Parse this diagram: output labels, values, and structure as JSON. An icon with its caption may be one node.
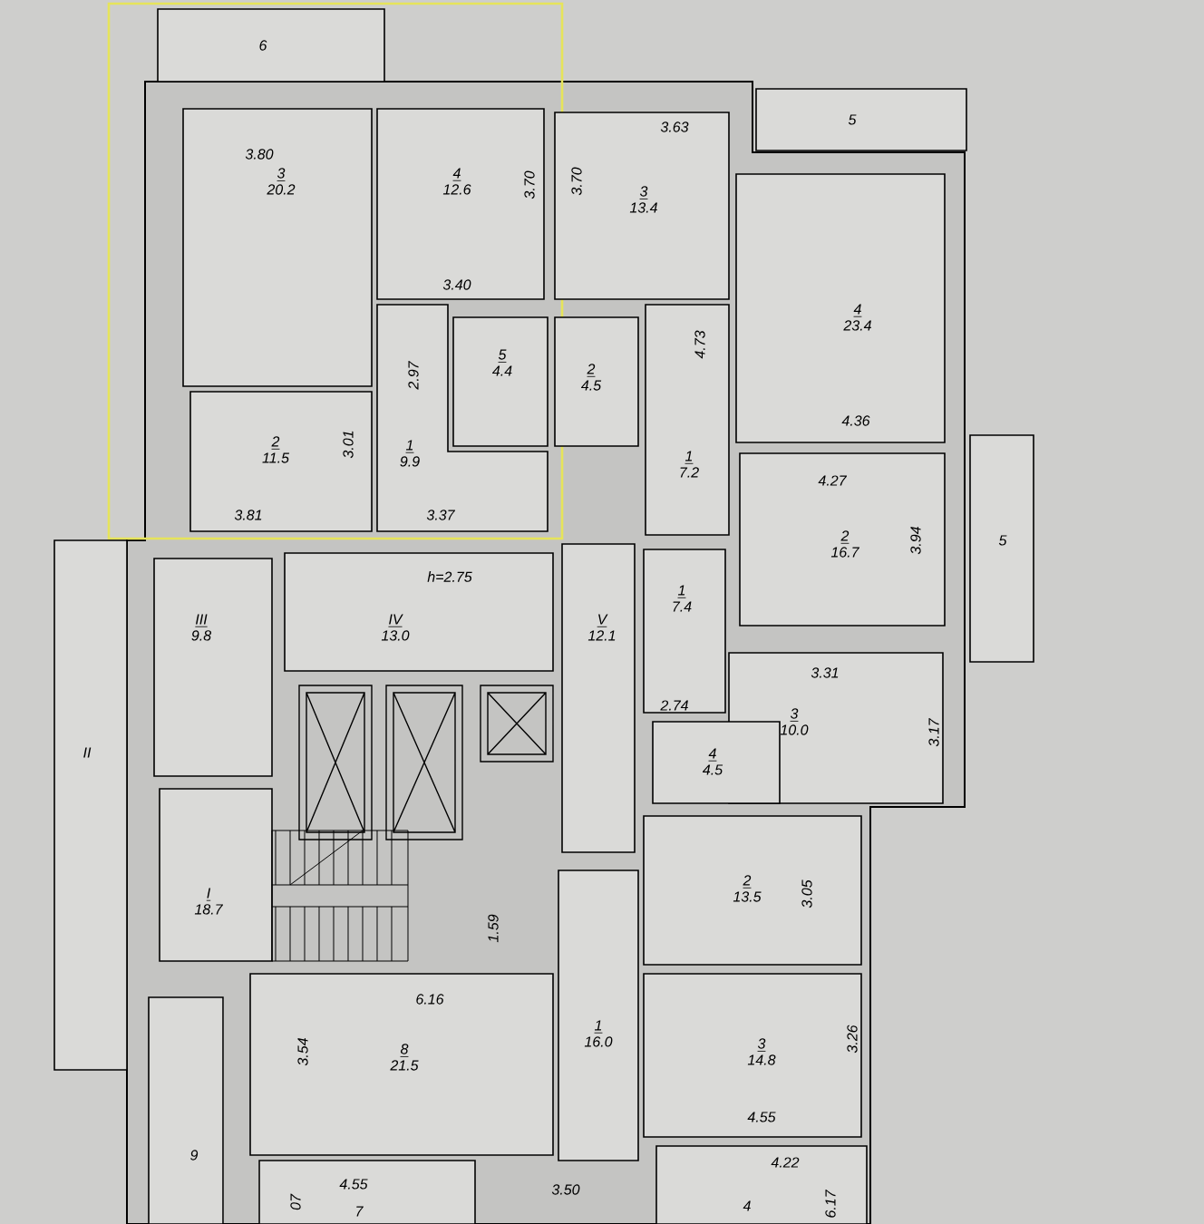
{
  "diagram": {
    "nodes": [
      {
        "text": [
          "6"
        ]
      },
      {
        "text": [
          "3",
          "20.2"
        ]
      },
      {
        "text": [
          "4",
          "12.6"
        ]
      },
      {
        "text": [
          "3",
          "13.4"
        ]
      },
      {
        "text": [
          "5"
        ]
      },
      {
        "text": [
          "4",
          "23.4"
        ]
      },
      {
        "text": [
          "5",
          "4.4"
        ]
      },
      {
        "text": [
          "2",
          "4.5"
        ]
      },
      {
        "text": [
          "1",
          "9.9"
        ]
      },
      {
        "text": [
          "2",
          "11.5"
        ]
      },
      {
        "text": [
          "1",
          "7.2"
        ]
      },
      {
        "text": [
          "2",
          "16.7"
        ]
      },
      {
        "text": [
          "5"
        ]
      },
      {
        "text": [
          "III",
          "9.8"
        ]
      },
      {
        "text": [
          "IV",
          "13.0"
        ]
      },
      {
        "text": [
          "V",
          "12.1"
        ]
      },
      {
        "text": [
          "1",
          "7.4"
        ]
      },
      {
        "text": [
          "3",
          "10.0"
        ]
      },
      {
        "text": [
          "4",
          "4.5"
        ]
      },
      {
        "text": [
          "I",
          "18.7"
        ]
      },
      {
        "text": [
          "2",
          "13.5"
        ]
      },
      {
        "text": [
          "II"
        ]
      },
      {
        "text": [
          "8",
          "21.5"
        ]
      },
      {
        "text": [
          "1",
          "16.0"
        ]
      },
      {
        "text": [
          "3",
          "14.8"
        ]
      },
      {
        "text": [
          "9"
        ]
      },
      {
        "text": [
          "7"
        ]
      },
      {
        "text": [
          "4"
        ]
      }
    ],
    "labels": [
      "3.80",
      "3.70",
      "3.40",
      "2.97",
      "3.01",
      "3.81",
      "3.37",
      "3.70",
      "3.63",
      "4.73",
      "4.36",
      "4.27",
      "3.94",
      "h=2.75",
      "3.31",
      "2.74",
      "3.17",
      "3.05",
      "1.59",
      "6.16",
      "3.54",
      "3.26",
      "4.55",
      "4.55",
      "07",
      "3.50",
      "4.22",
      "6.17"
    ]
  }
}
